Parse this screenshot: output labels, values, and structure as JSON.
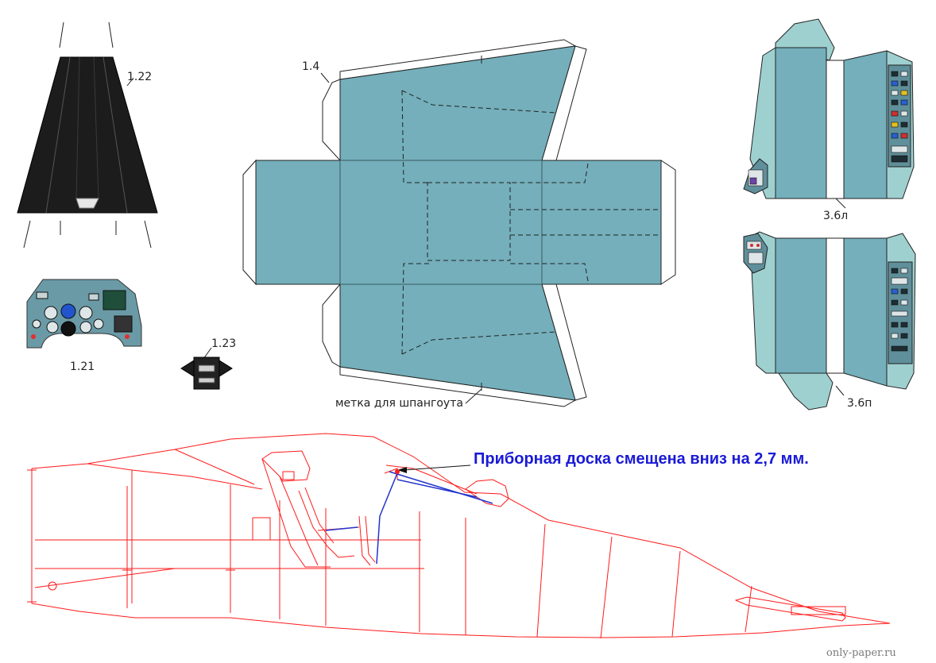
{
  "labels": {
    "part_1_22": "1.22",
    "part_1_4": "1.4",
    "part_1_21": "1.21",
    "part_1_23": "1.23",
    "part_3_6l": "3.6л",
    "part_3_6p": "3.6п",
    "frame_mark": "метка для шпангоута"
  },
  "note": "Приборная доска смещена вниз на 2,7 мм.",
  "watermark": "only-paper.ru",
  "colors": {
    "part_fill": "#74afbb",
    "part_fill_light": "#9fd0d0",
    "black_part": "#1c1c1c",
    "drawing_line": "#ff1a1a",
    "note_text": "#1a1ad6",
    "panel_line": "#2233cc"
  }
}
